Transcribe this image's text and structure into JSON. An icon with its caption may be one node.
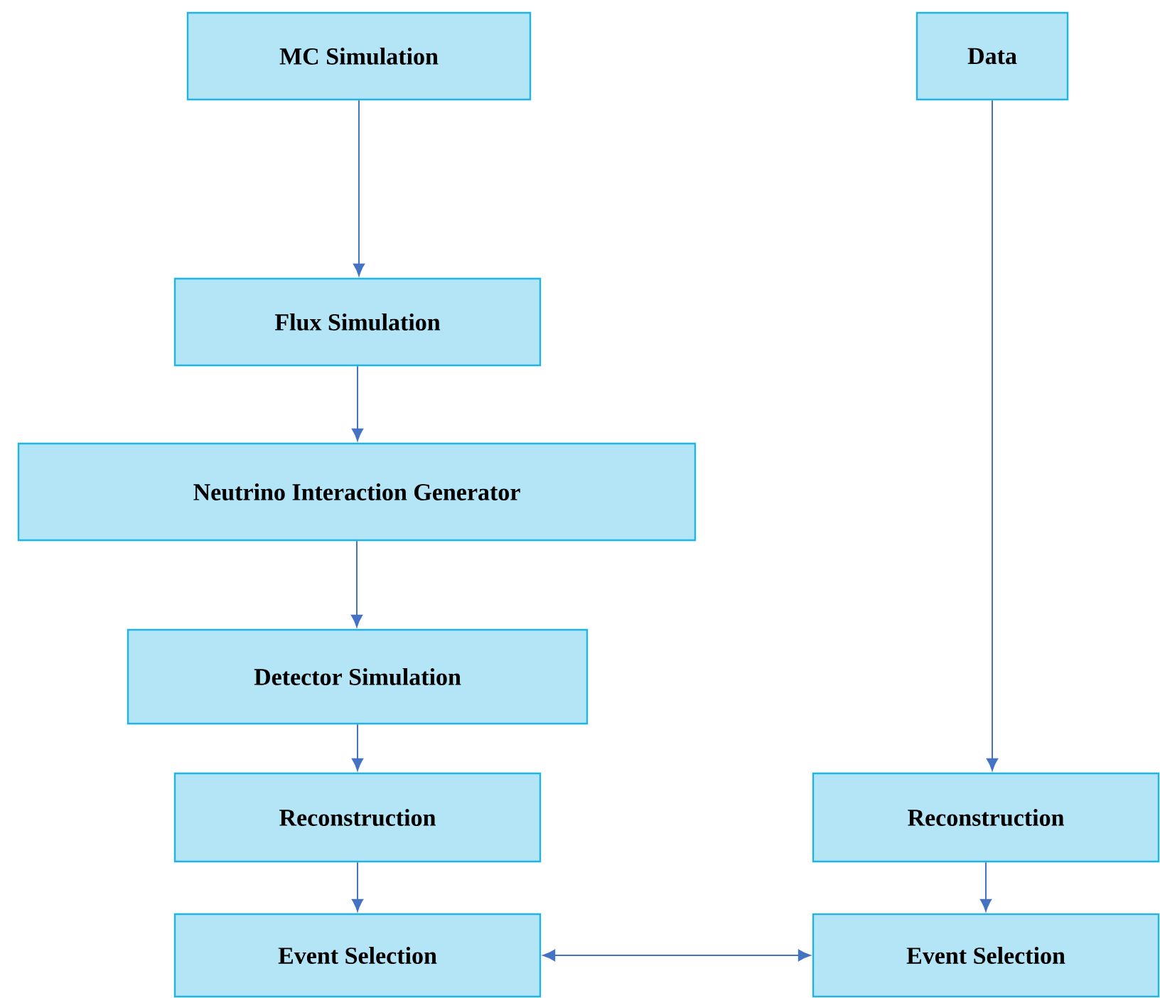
{
  "diagram": {
    "nodes": [
      {
        "text": [
          "MC Simulation"
        ]
      },
      {
        "text": [
          "Data"
        ]
      },
      {
        "text": [
          "Flux Simulation"
        ]
      },
      {
        "text": [
          "Neutrino Interaction Generator"
        ]
      },
      {
        "text": [
          "Detector Simulation"
        ]
      },
      {
        "text": [
          "Reconstruction"
        ]
      },
      {
        "text": [
          "Reconstruction"
        ]
      },
      {
        "text": [
          "Event Selection"
        ]
      },
      {
        "text": [
          "Event Selection"
        ]
      }
    ],
    "edges": [
      {
        "from": 0,
        "to": 2,
        "arrow": "to"
      },
      {
        "from": 2,
        "to": 3,
        "arrow": "to"
      },
      {
        "from": 3,
        "to": 4,
        "arrow": "to"
      },
      {
        "from": 4,
        "to": 5,
        "arrow": "to"
      },
      {
        "from": 5,
        "to": 7,
        "arrow": "to"
      },
      {
        "from": 1,
        "to": 6,
        "arrow": "to"
      },
      {
        "from": 6,
        "to": 8,
        "arrow": "to"
      },
      {
        "from": 7,
        "to": 8,
        "arrow": "both"
      }
    ]
  }
}
